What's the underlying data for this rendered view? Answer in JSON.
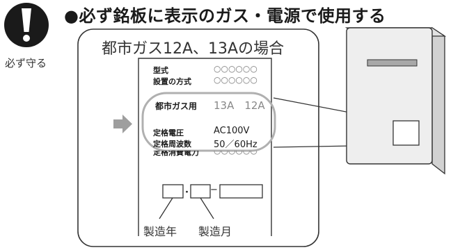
{
  "warning": {
    "symbol": "!",
    "caption": "必ず守る"
  },
  "heading": "●必ず銘板に表示のガス・電源で使用する",
  "panel": {
    "title": "都市ガス12A、13Aの場合"
  },
  "nameplate": {
    "rows": [
      {
        "label": "型式",
        "value": "○○○○○○"
      },
      {
        "label": "設置の方式",
        "value": "○○○○○○"
      },
      {
        "label": "都市ガス用",
        "value": "13A　12A"
      },
      {
        "label": "定格電圧",
        "value": "AC100V"
      },
      {
        "label": "定格周波数",
        "value": "50／60Hz"
      },
      {
        "label": "定格消費電力",
        "value": "○○○○○○"
      }
    ],
    "serial_separator_dot": "・",
    "serial_separator_dash": "−"
  },
  "callouts": {
    "year": "製造年",
    "month": "製造月"
  },
  "colors": {
    "line": "#333333",
    "arrow": "#9e9e9e",
    "highlight": "#b0b0b0",
    "device_fill": "#eeeeee",
    "device_side": "#d2d2d2",
    "device_slot": "#a8a8a8",
    "warning_fill": "#1a1a1a"
  }
}
